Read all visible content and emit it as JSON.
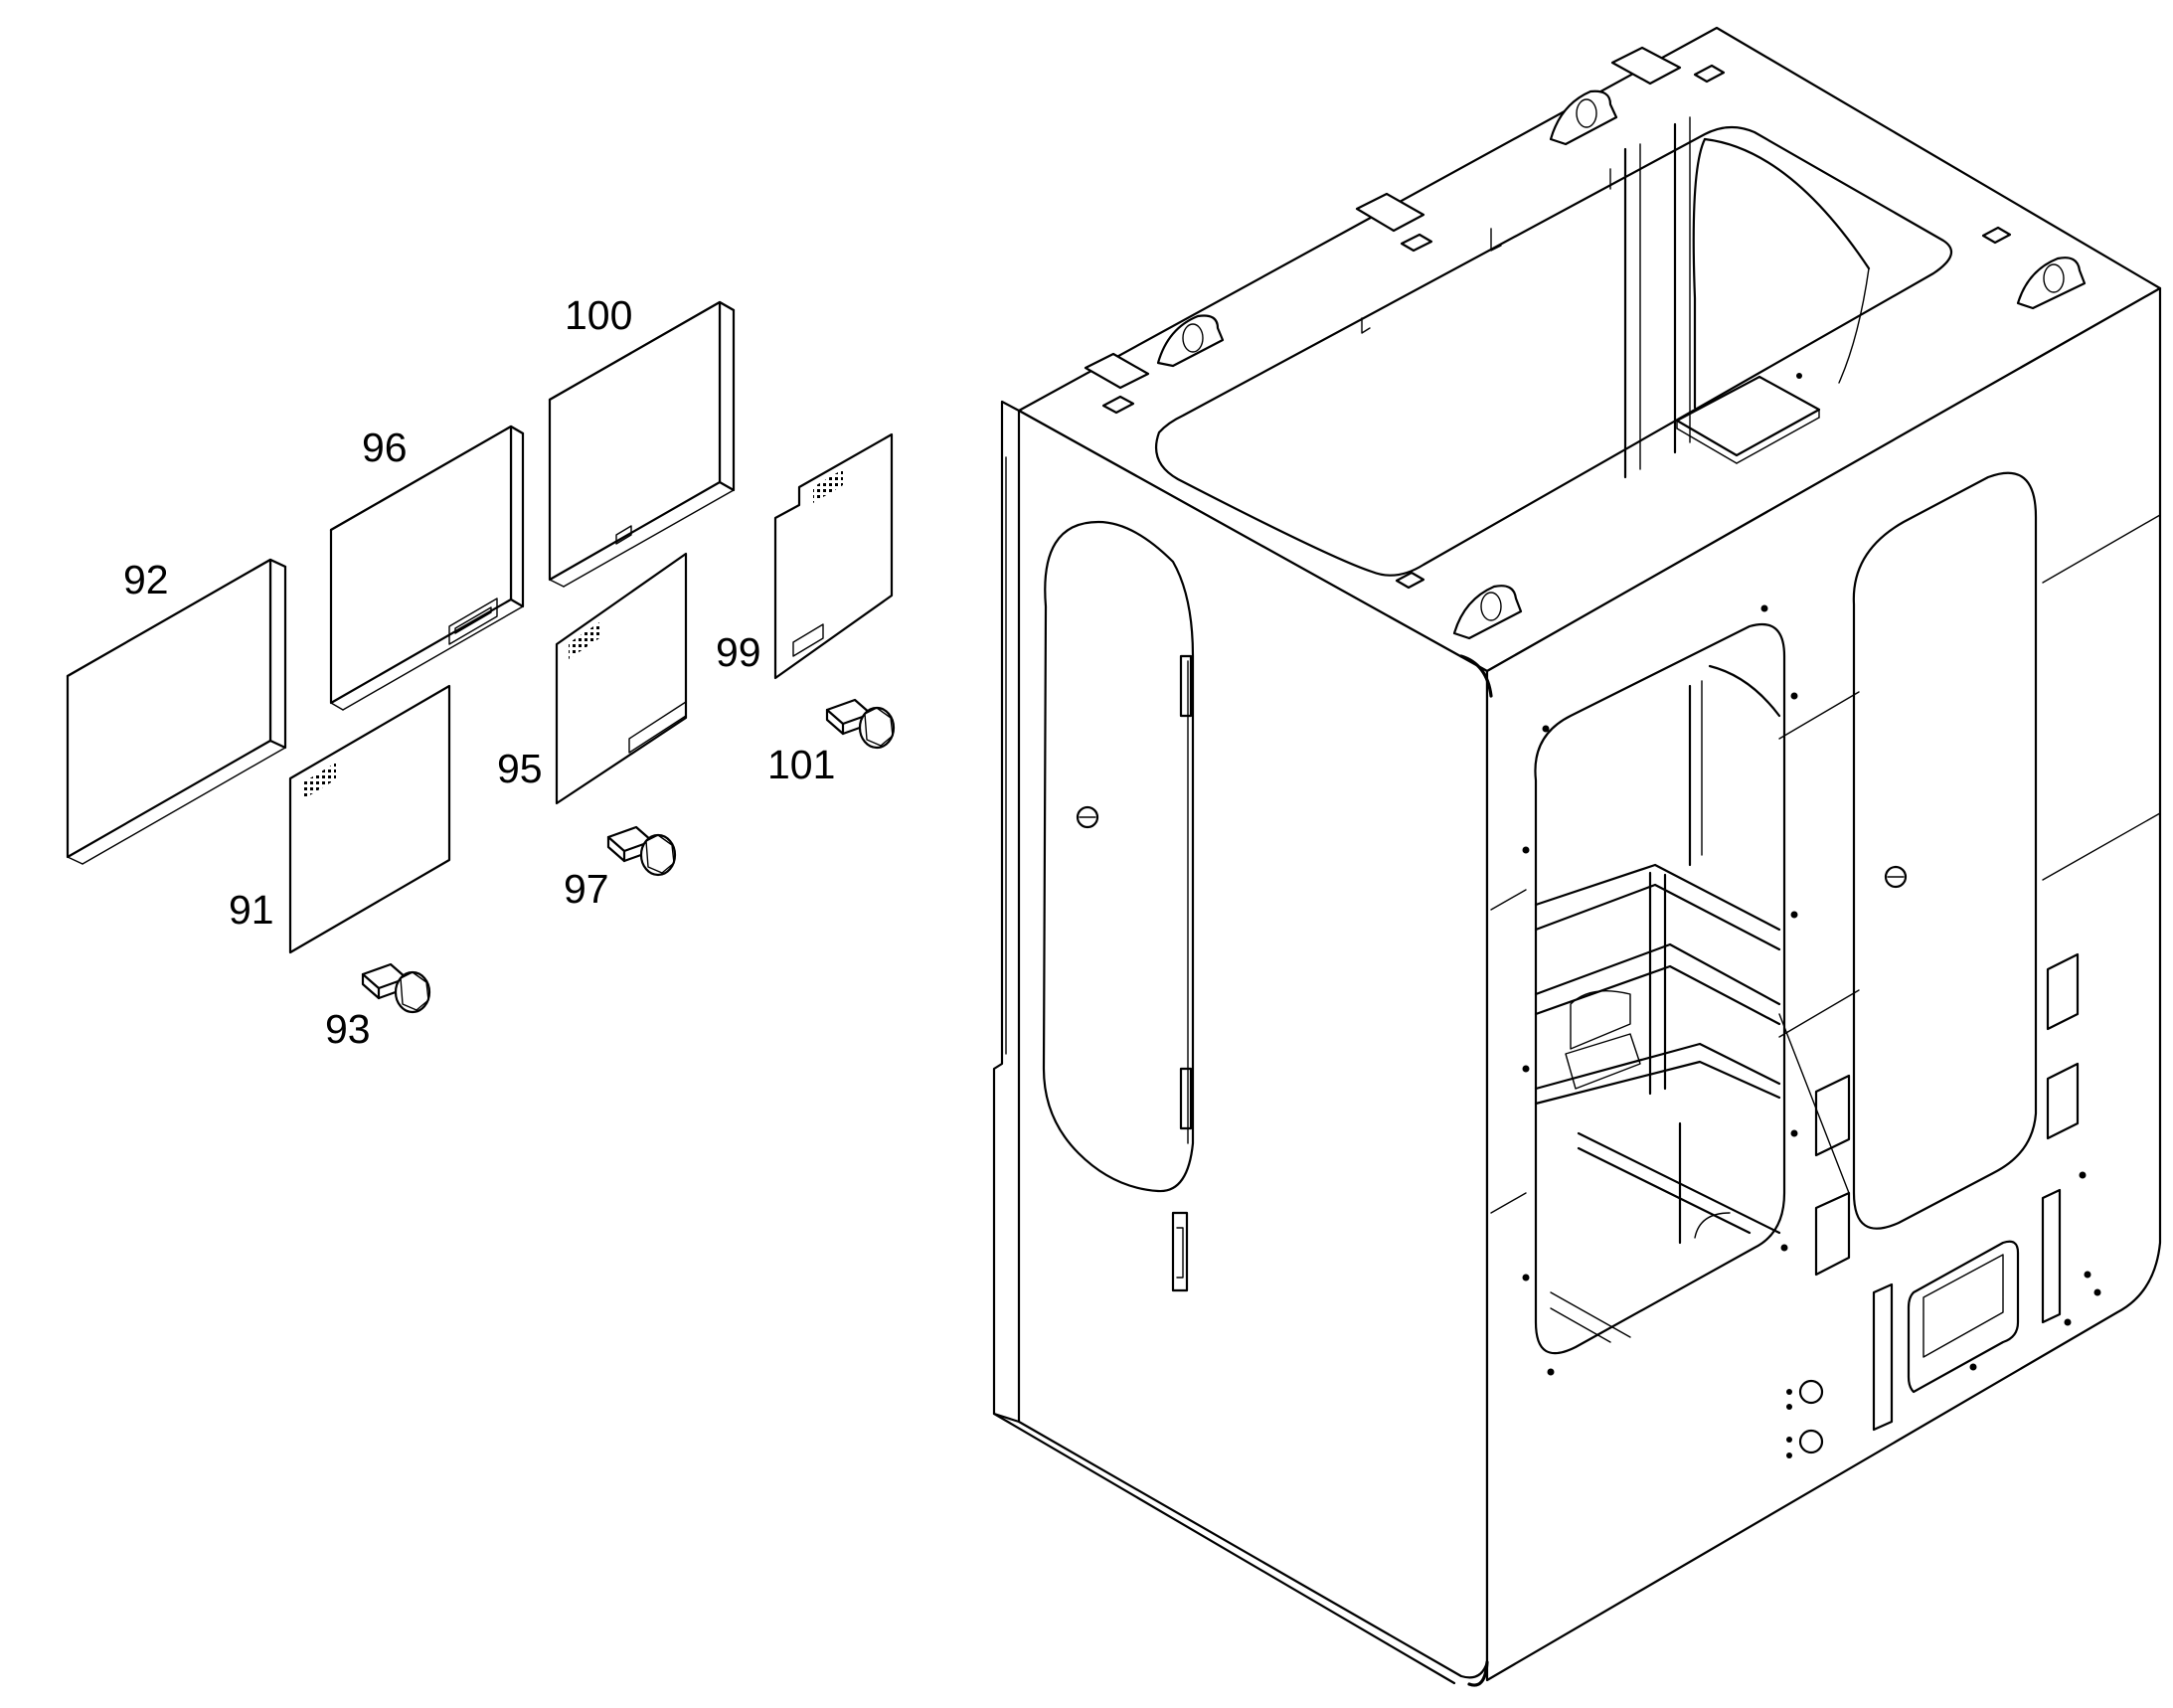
{
  "diagram": {
    "callouts": {
      "c91": "91",
      "c92": "92",
      "c93": "93",
      "c95": "95",
      "c96": "96",
      "c97": "97",
      "c99": "99",
      "c100": "100",
      "c101": "101"
    },
    "line_color": "#000000",
    "background": "#ffffff"
  }
}
